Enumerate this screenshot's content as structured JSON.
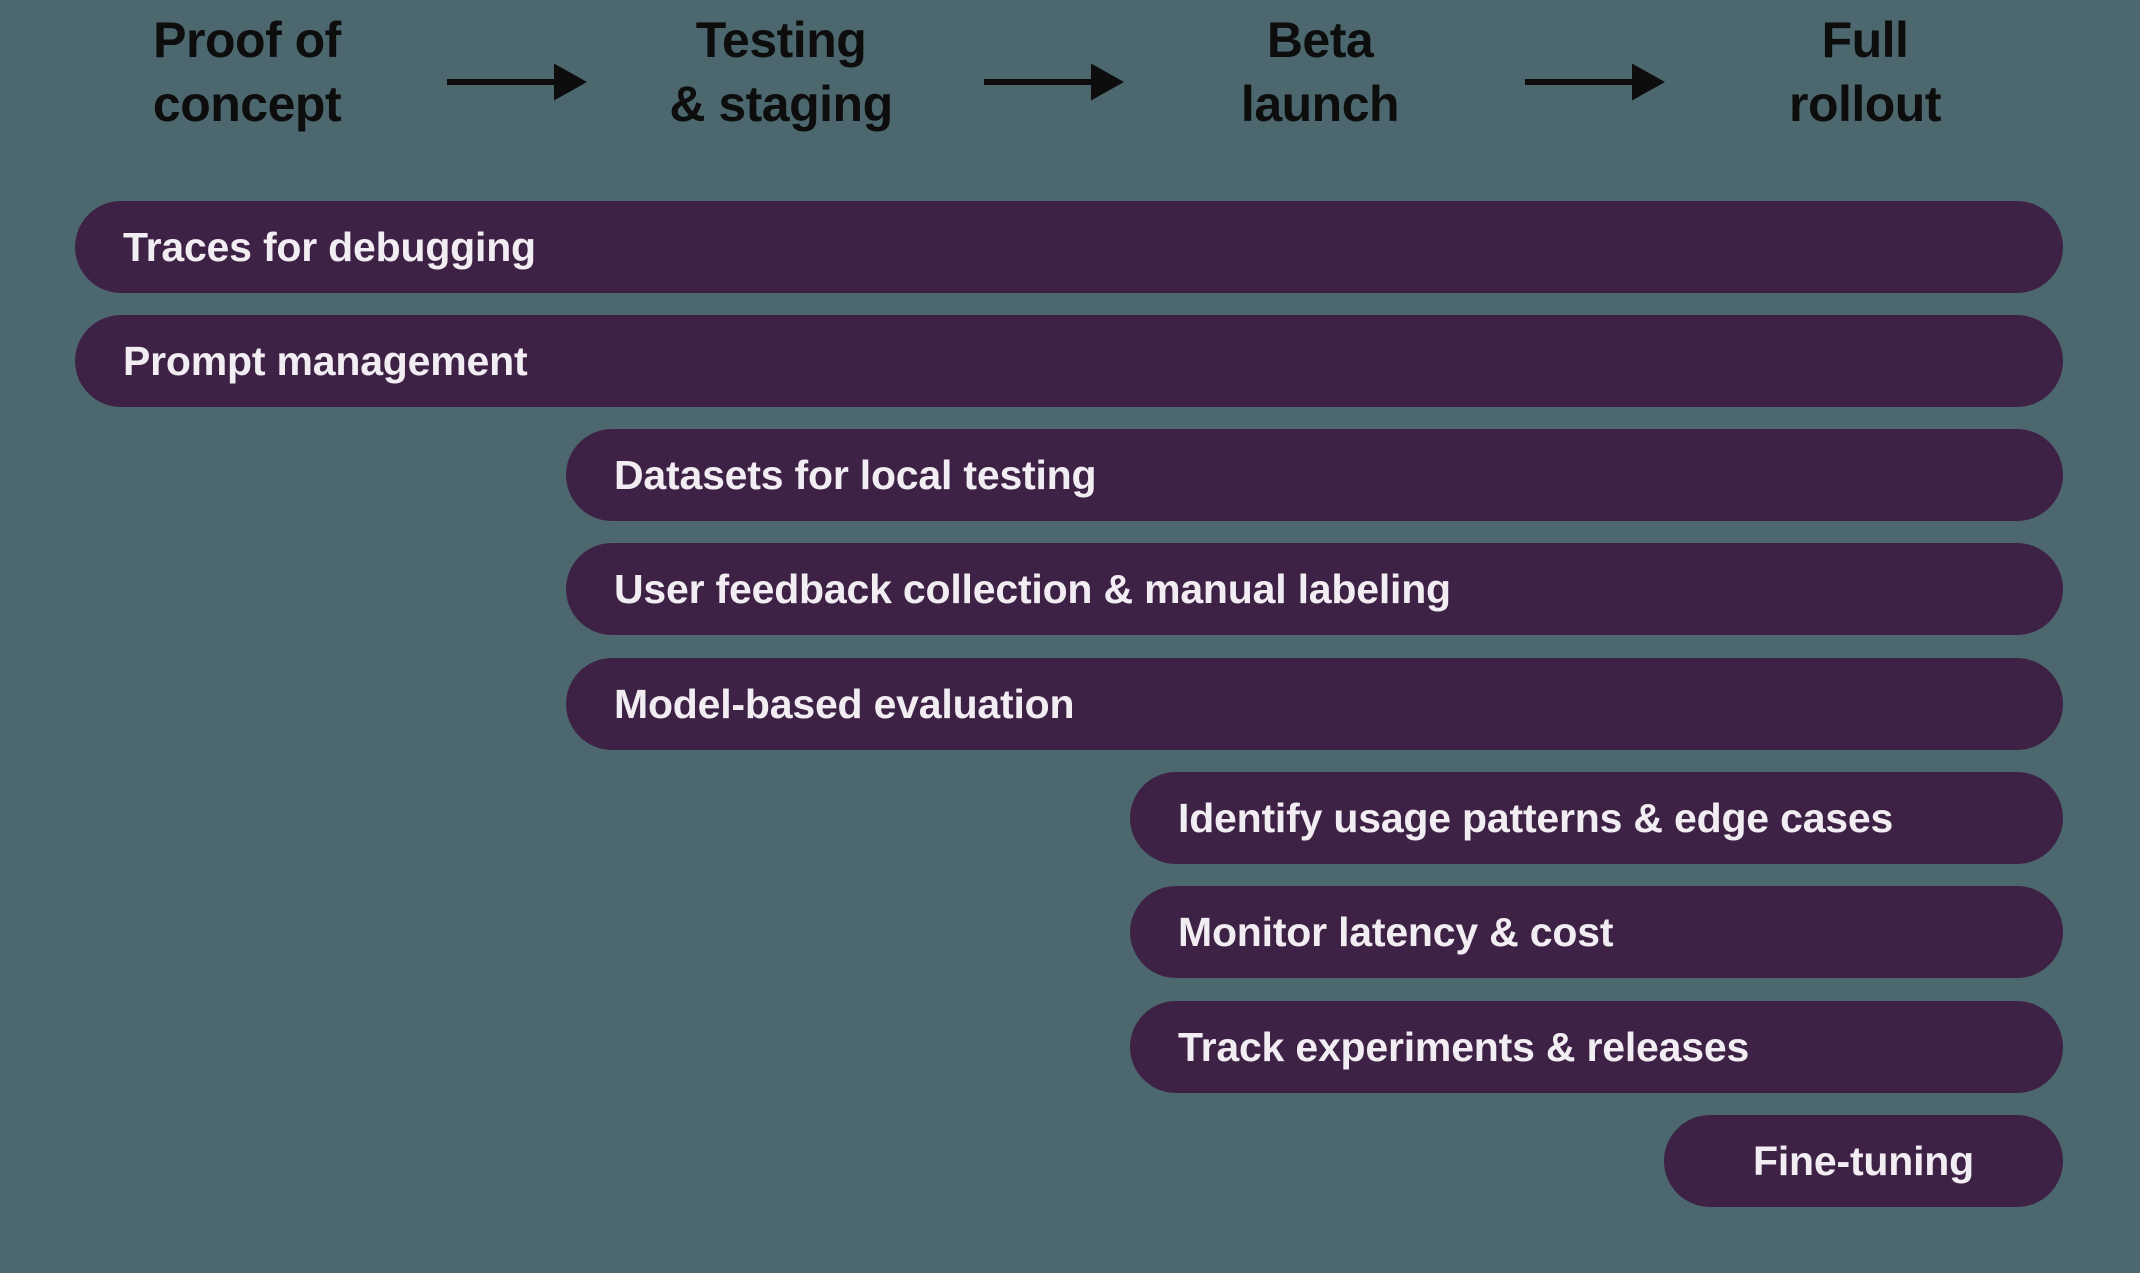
{
  "colors": {
    "background": "#4c686e",
    "bar": "#3e2245",
    "bar_text": "#f1edf2",
    "header_text": "#0d0d0d"
  },
  "stages": [
    {
      "line1": "Proof of",
      "line2": "concept"
    },
    {
      "line1": "Testing",
      "line2": "& staging"
    },
    {
      "line1": "Beta",
      "line2": "launch"
    },
    {
      "line1": "Full",
      "line2": "rollout"
    }
  ],
  "bars": [
    {
      "label": "Traces for debugging",
      "start_stage": "Proof of concept",
      "end_stage": "Full rollout"
    },
    {
      "label": "Prompt management",
      "start_stage": "Proof of concept",
      "end_stage": "Full rollout"
    },
    {
      "label": "Datasets for local testing",
      "start_stage": "Testing & staging",
      "end_stage": "Full rollout"
    },
    {
      "label": "User feedback collection & manual labeling",
      "start_stage": "Testing & staging",
      "end_stage": "Full rollout"
    },
    {
      "label": "Model-based evaluation",
      "start_stage": "Testing & staging",
      "end_stage": "Full rollout"
    },
    {
      "label": "Identify usage patterns & edge cases",
      "start_stage": "Beta launch",
      "end_stage": "Full rollout"
    },
    {
      "label": "Monitor latency & cost",
      "start_stage": "Beta launch",
      "end_stage": "Full rollout"
    },
    {
      "label": "Track experiments & releases",
      "start_stage": "Beta launch",
      "end_stage": "Full rollout"
    },
    {
      "label": "Fine-tuning",
      "start_stage": "Full rollout",
      "end_stage": "Full rollout"
    }
  ]
}
